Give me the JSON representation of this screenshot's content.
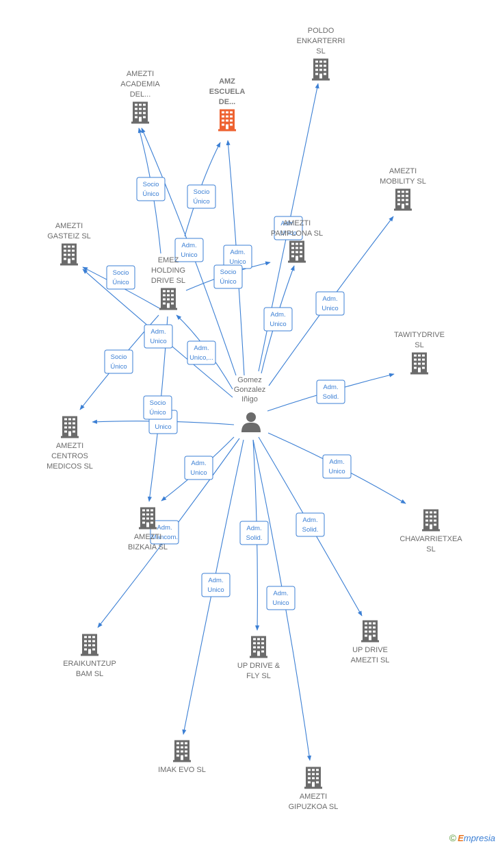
{
  "colors": {
    "edge": "#3b7fd4",
    "building": "#6b6b6b",
    "building_highlight": "#ee6230",
    "person": "#6b6b6b"
  },
  "icons": {
    "company": "building-icon",
    "person": "person-icon"
  },
  "center": {
    "id": "gomez",
    "label_lines": [
      "Gomez",
      "Gonzalez",
      "Iñigo"
    ]
  },
  "nodes": [
    {
      "id": "poldo",
      "label_lines": [
        "POLDO",
        "ENKARTERRI",
        "SL"
      ]
    },
    {
      "id": "academia",
      "label_lines": [
        "AMEZTI",
        "ACADEMIA",
        "DEL..."
      ]
    },
    {
      "id": "amz",
      "label_lines": [
        "AMZ",
        "ESCUELA",
        "DE..."
      ],
      "highlight": true
    },
    {
      "id": "mobility",
      "label_lines": [
        "AMEZTI",
        "MOBILITY  SL"
      ]
    },
    {
      "id": "gasteiz",
      "label_lines": [
        "AMEZTI",
        "GASTEIZ  SL"
      ]
    },
    {
      "id": "pamplona",
      "label_lines": [
        "AMEZTI",
        "PAMPLONA  SL"
      ]
    },
    {
      "id": "holding",
      "label_lines": [
        "EMEZ",
        "HOLDING",
        "DRIVE  SL"
      ]
    },
    {
      "id": "tawity",
      "label_lines": [
        "TAWITYDRIVE",
        "SL"
      ]
    },
    {
      "id": "centros",
      "label_lines": [
        "AMEZTI",
        "CENTROS",
        "MEDICOS  SL"
      ]
    },
    {
      "id": "bizkaia",
      "label_lines": [
        "AMEZTI",
        "BIZKAIA  SL"
      ]
    },
    {
      "id": "chavarri",
      "label_lines": [
        "CHAVARRIETXEA",
        "SL"
      ]
    },
    {
      "id": "eraikuntz",
      "label_lines": [
        "ERAIKUNTZUP",
        "BAM  SL"
      ]
    },
    {
      "id": "upfly",
      "label_lines": [
        "UP DRIVE &",
        "FLY  SL"
      ]
    },
    {
      "id": "upamezti",
      "label_lines": [
        "UP DRIVE",
        "AMEZTI  SL"
      ]
    },
    {
      "id": "imak",
      "label_lines": [
        "IMAK EVO  SL"
      ]
    },
    {
      "id": "gipuzkoa",
      "label_lines": [
        "AMEZTI",
        "GIPUZKOA  SL"
      ]
    }
  ],
  "edges": [
    {
      "from": "gomez",
      "to": "poldo",
      "label_lines": [
        "Adm.",
        "Unico"
      ]
    },
    {
      "from": "gomez",
      "to": "academia",
      "label_lines": [
        "Adm.",
        "Unico"
      ]
    },
    {
      "from": "gomez",
      "to": "amz",
      "label_lines": [
        "Adm.",
        "Unico"
      ]
    },
    {
      "from": "gomez",
      "to": "mobility",
      "label_lines": [
        "Adm.",
        "Unico"
      ]
    },
    {
      "from": "gomez",
      "to": "pamplona",
      "label_lines": [
        "Adm.",
        "Unico"
      ]
    },
    {
      "from": "gomez",
      "to": "holding",
      "label_lines": [
        "Adm.",
        "Unico,..."
      ]
    },
    {
      "from": "gomez",
      "to": "gasteiz",
      "label_lines": [
        "Adm.",
        "Unico"
      ]
    },
    {
      "from": "gomez",
      "to": "tawity",
      "label_lines": [
        "Adm.",
        "Solid."
      ]
    },
    {
      "from": "gomez",
      "to": "centros",
      "label_lines": [
        "Adm.",
        "Unico"
      ]
    },
    {
      "from": "gomez",
      "to": "bizkaia",
      "label_lines": [
        "Adm.",
        "Unico"
      ]
    },
    {
      "from": "gomez",
      "to": "chavarri",
      "label_lines": [
        "Adm.",
        "Unico"
      ]
    },
    {
      "from": "gomez",
      "to": "eraikuntz",
      "label_lines": [
        "Adm.",
        "Mancom."
      ]
    },
    {
      "from": "gomez",
      "to": "upfly",
      "label_lines": [
        "Adm.",
        "Solid."
      ]
    },
    {
      "from": "gomez",
      "to": "upamezti",
      "label_lines": [
        "Adm.",
        "Solid."
      ]
    },
    {
      "from": "gomez",
      "to": "imak",
      "label_lines": [
        "Adm.",
        "Unico"
      ]
    },
    {
      "from": "gomez",
      "to": "gipuzkoa",
      "label_lines": [
        "Adm.",
        "Unico"
      ]
    },
    {
      "from": "holding",
      "to": "academia",
      "label_lines": [
        "Socio",
        "Único"
      ]
    },
    {
      "from": "holding",
      "to": "amz",
      "label_lines": [
        "Socio",
        "Único"
      ]
    },
    {
      "from": "holding",
      "to": "gasteiz",
      "label_lines": [
        "Socio",
        "Único"
      ]
    },
    {
      "from": "holding",
      "to": "pamplona",
      "label_lines": [
        "Socio",
        "Único"
      ]
    },
    {
      "from": "holding",
      "to": "centros",
      "label_lines": [
        "Socio",
        "Único"
      ]
    },
    {
      "from": "holding",
      "to": "bizkaia",
      "label_lines": [
        "Socio",
        "Único"
      ]
    }
  ],
  "copyright": {
    "symbol": "©",
    "brand_initial": "E",
    "brand_rest": "mpresia"
  }
}
